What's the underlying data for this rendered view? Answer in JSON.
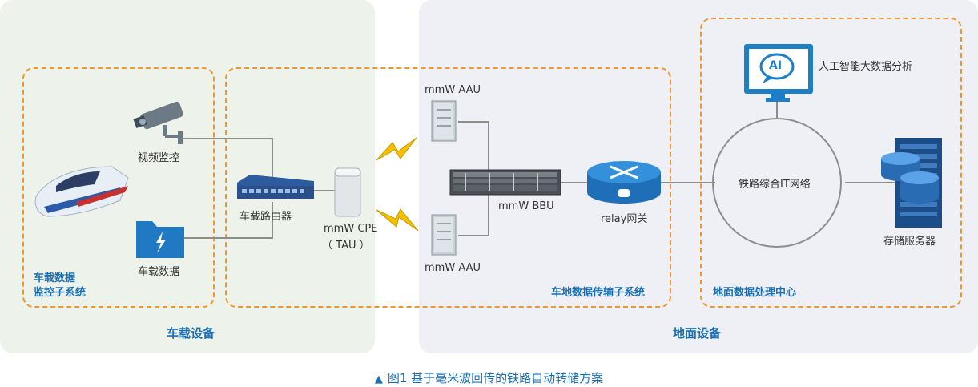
{
  "regions": {
    "onboard_label": "车载设备",
    "ground_label": "地面设备"
  },
  "groups": {
    "vehicle_monitor_line1": "车载数据",
    "vehicle_monitor_line2": "监控子系统",
    "train_ground_transmission": "车地数据传输子系统",
    "ground_processing_center": "地面数据处理中心"
  },
  "nodes": {
    "video_monitor": "视频监控",
    "vehicle_data": "车载数据",
    "onboard_router": "车载路由器",
    "cpe_line1": "mmW CPE",
    "cpe_line2": "（ TAU ）",
    "aau_top": "mmW AAU",
    "aau_bottom": "mmW AAU",
    "bbu": "mmW BBU",
    "relay_gateway": "relay网关",
    "railway_it_network": "铁路综合IT网络",
    "ai_big_data": "人工智能大数据分析",
    "ai_badge": "AI",
    "storage_server": "存储服务器"
  },
  "caption": {
    "marker": "▲",
    "text": "图1  基于毫米波回传的铁路自动转储方案"
  },
  "colors": {
    "onboard_bg": "#edf3ea",
    "ground_bg": "#eef0f5",
    "dashed_orange": "#f0962a",
    "accent_blue": "#1b6fb2",
    "lightning": "#f2c200"
  }
}
